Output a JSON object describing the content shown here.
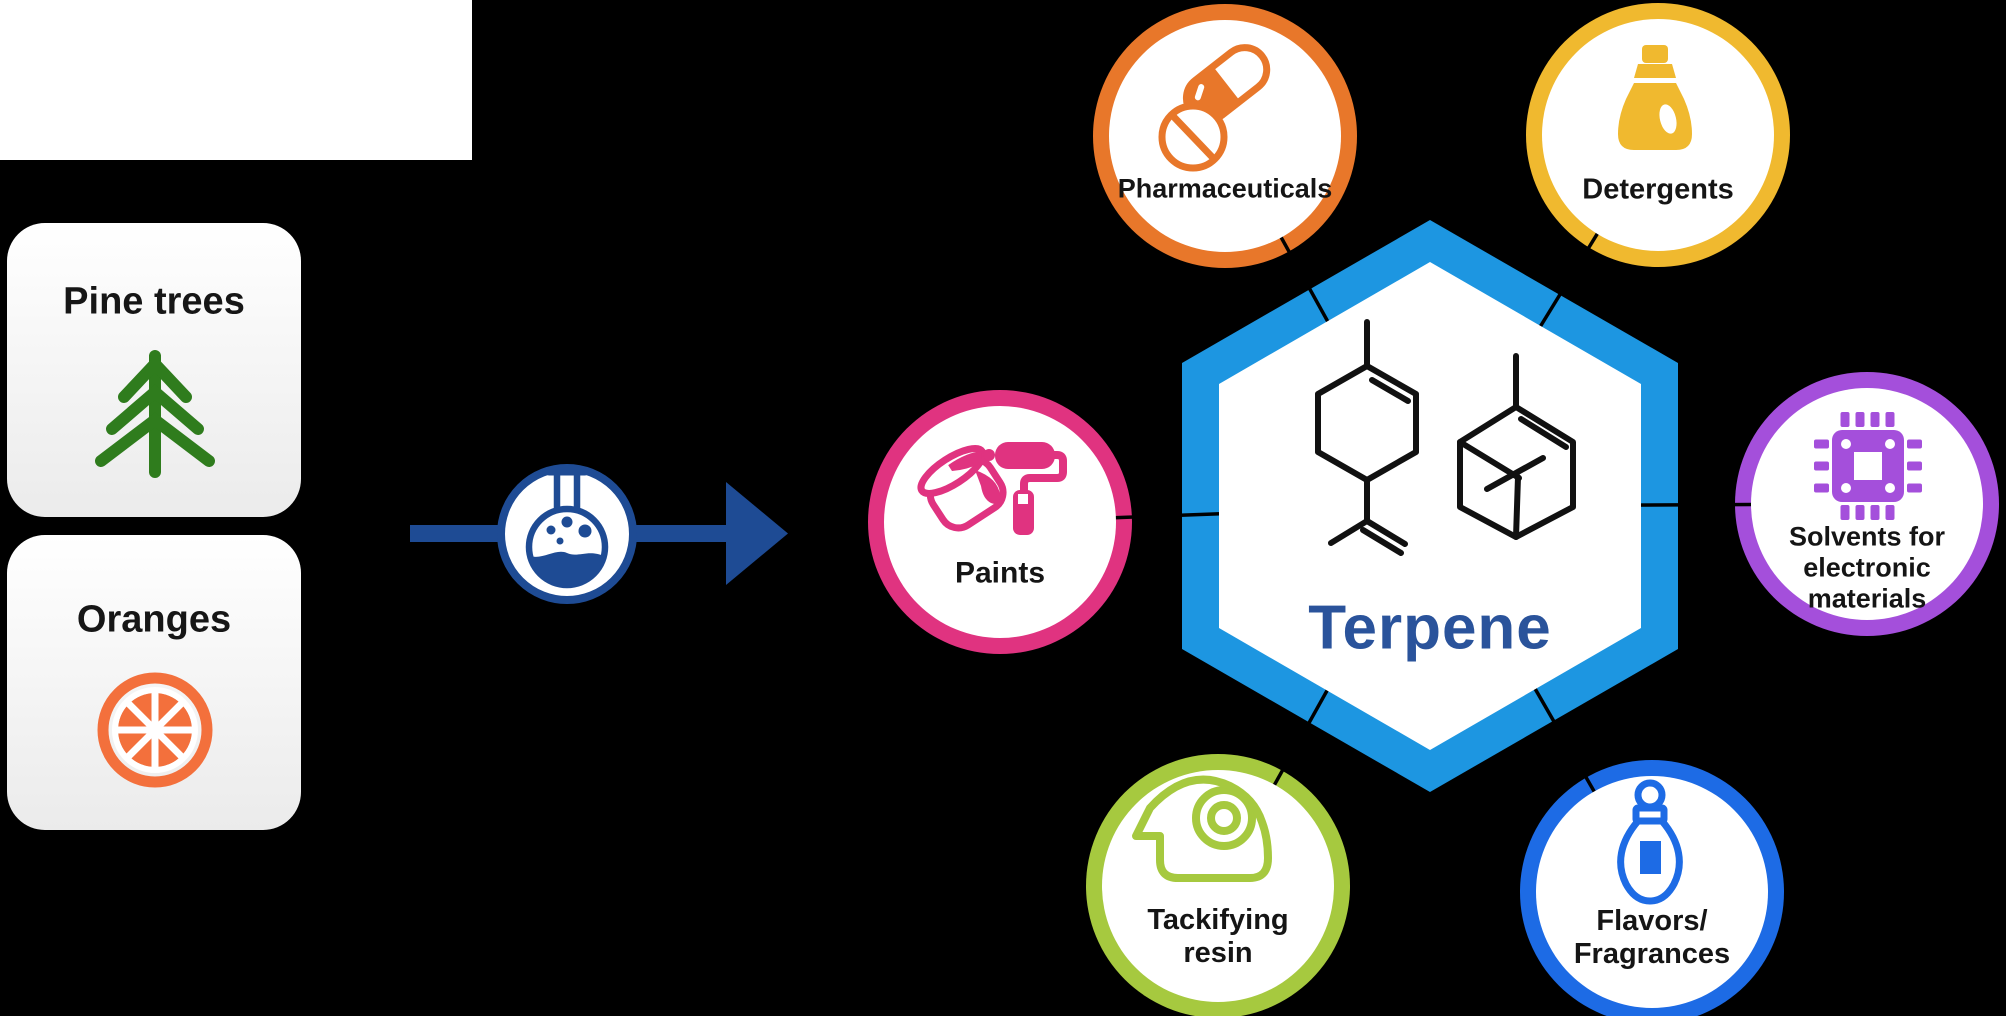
{
  "colors": {
    "background": "#000000",
    "patch": "#ffffff",
    "box_text": "#161616",
    "label_text": "#151515",
    "pine": "#2f7c1d",
    "orange": "#f3703c",
    "arrow": "#1e4b94",
    "hexagon": "#1d96e1",
    "terpene": "#2a539b",
    "molecule": "#111111",
    "pharmaceuticals": "#e8772a",
    "detergents": "#f0b92f",
    "paints": "#e03380",
    "solvents": "#a44fdb",
    "resin": "#a6c93f",
    "flavors": "#1d6be5",
    "connector": "#000000"
  },
  "sources": {
    "items": [
      {
        "label": "Pine trees",
        "icon": "pine-tree-icon"
      },
      {
        "label": "Oranges",
        "icon": "orange-slice-icon"
      }
    ]
  },
  "process": {
    "icon": "flask-icon"
  },
  "center": {
    "title": "Terpene",
    "molecules": [
      "limonene-skeletal-structure",
      "pinene-skeletal-structure"
    ]
  },
  "applications": [
    {
      "id": "pharmaceuticals",
      "icon": "pills-icon",
      "lines": [
        "Pharmaceuticals"
      ]
    },
    {
      "id": "detergents",
      "icon": "detergent-bottle-icon",
      "lines": [
        "Detergents"
      ]
    },
    {
      "id": "paints",
      "icon": "paint-bucket-roller-icon",
      "lines": [
        "Paints"
      ]
    },
    {
      "id": "solvents",
      "icon": "microchip-icon",
      "lines": [
        "Solvents for",
        "electronic",
        "materials"
      ]
    },
    {
      "id": "resin",
      "icon": "tape-dispenser-icon",
      "lines": [
        "Tackifying",
        "resin"
      ]
    },
    {
      "id": "flavors",
      "icon": "perfume-bottle-icon",
      "lines": [
        "Flavors/",
        "Fragrances"
      ]
    }
  ]
}
